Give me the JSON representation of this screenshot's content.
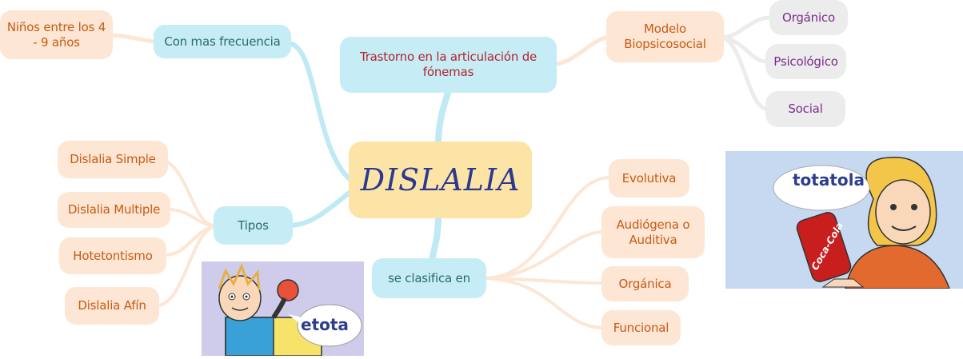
{
  "center": {
    "label": "DISLALIA"
  },
  "top_branch": {
    "label": "Trastorno en la articulación de fónemas",
    "model": {
      "label": "Modelo Biopsicosocial",
      "children": [
        "Orgánico",
        "Psicológico",
        "Social"
      ]
    }
  },
  "frequency_branch": {
    "label": "Con mas frecuencia",
    "child": "Niños entre los 4 - 9 años"
  },
  "types_branch": {
    "label": "Tipos",
    "children": [
      "Dislalia Simple",
      "Dislalia Multiple",
      "Hotetontismo",
      "Dislalia Afín"
    ]
  },
  "classification_branch": {
    "label": "se clasifica en",
    "children": [
      "Evolutiva",
      "Audiógena o Auditiva",
      "Orgánica",
      "Funcional"
    ]
  },
  "illustrations": {
    "boy_speech": "etota",
    "girl_speech": "totatola",
    "can_brand": "Coca-Cola"
  },
  "colors": {
    "center_fill": "#fce4a6",
    "center_text": "#2b3990",
    "primary_fill": "#c6ecf6",
    "secondary_fill": "#fde6d4",
    "secondary_text": "#c85a14",
    "leaf_fill": "#ececec",
    "leaf_text": "#7b2d8a"
  }
}
